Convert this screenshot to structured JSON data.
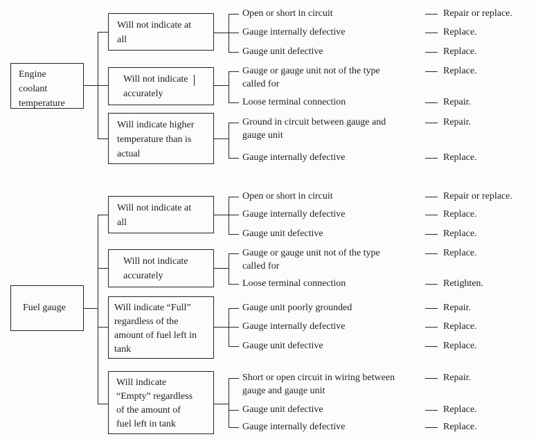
{
  "colors": {
    "ink": "#222222",
    "background": "#fcfcfc"
  },
  "text_cursor_visible": true,
  "diagram": {
    "type": "troubleshooting-tree",
    "sections": [
      {
        "component": "Engine\ncoolant\ntemperature",
        "symptoms": [
          {
            "label": "Will not indicate at\nall",
            "rows": [
              {
                "cause": "Open or short in circuit",
                "remedy": "Repair or replace."
              },
              {
                "cause": "Gauge internally defective",
                "remedy": "Replace."
              },
              {
                "cause": "Gauge unit defective",
                "remedy": "Replace."
              }
            ]
          },
          {
            "label": "Will not indicate\naccurately",
            "rows": [
              {
                "cause": "Gauge or gauge unit not of the type\ncalled for",
                "remedy": "Replace."
              },
              {
                "cause": "Loose terminal connection",
                "remedy": "Repair."
              }
            ]
          },
          {
            "label": "Will indicate higher\ntemperature than is\nactual",
            "rows": [
              {
                "cause": "Ground in circuit between gauge and\ngauge unit",
                "remedy": "Repair."
              },
              {
                "cause": "Gauge internally defective",
                "remedy": "Replace."
              }
            ]
          }
        ]
      },
      {
        "component": "Fuel gauge",
        "symptoms": [
          {
            "label": "Will not indicate at\nall",
            "rows": [
              {
                "cause": "Open or short in circuit",
                "remedy": "Repair or replace."
              },
              {
                "cause": "Gauge internally defective",
                "remedy": "Replace."
              },
              {
                "cause": "Gauge unit defective",
                "remedy": "Replace."
              }
            ]
          },
          {
            "label": "Will not indicate\naccurately",
            "rows": [
              {
                "cause": "Gauge or gauge unit not of the type\ncalled for",
                "remedy": "Replace."
              },
              {
                "cause": "Loose terminal connection",
                "remedy": "Retighten."
              }
            ]
          },
          {
            "label": "Will indicate “Full”\nregardless of the\namount of fuel left in\ntank",
            "rows": [
              {
                "cause": "Gauge unit poorly grounded",
                "remedy": "Repair."
              },
              {
                "cause": "Gauge internally defective",
                "remedy": "Replace."
              },
              {
                "cause": "Gauge unit defective",
                "remedy": "Replace."
              }
            ]
          },
          {
            "label": "Will indicate\n“Empty” regardless\nof the amount of\nfuel left in tank",
            "rows": [
              {
                "cause": "Short or open circuit in wiring between\ngauge and gauge unit",
                "remedy": "Repair."
              },
              {
                "cause": "Gauge unit defective",
                "remedy": "Replace."
              },
              {
                "cause": "Gauge internally defective",
                "remedy": "Replace."
              }
            ]
          }
        ]
      }
    ]
  }
}
